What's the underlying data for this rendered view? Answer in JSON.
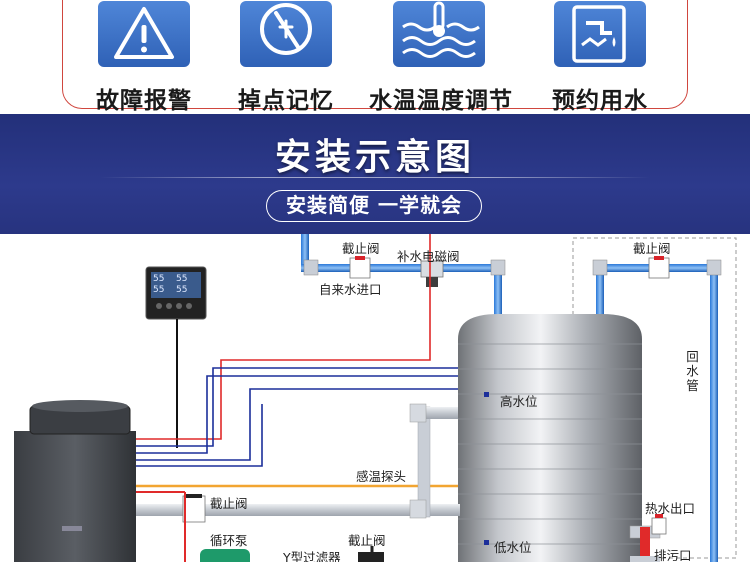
{
  "features": [
    {
      "label": "故障报警",
      "icon": "warning-icon"
    },
    {
      "label": "掉点记忆",
      "icon": "power-memory-icon"
    },
    {
      "label": "水温温度调节",
      "icon": "water-temperature-icon"
    },
    {
      "label": "预约用水",
      "icon": "scheduled-water-icon"
    }
  ],
  "banner": {
    "title": "安装示意图",
    "subtitle": "安装简便 一学就会"
  },
  "diagram": {
    "labels": {
      "valve_top": "截止阀",
      "makeup_solenoid": "补水电磁阀",
      "tap_inlet": "自来水进口",
      "valve_top_right": "截止阀",
      "return_pipe": "回水管",
      "high_level": "高水位",
      "temp_probe": "感温探头",
      "valve_mid": "截止阀",
      "hot_outlet": "热水出口",
      "circ_pump": "循环泵",
      "valve_bottom": "截止阀",
      "y_filter": "Y型过滤器",
      "low_level": "低水位",
      "drain": "排污口"
    },
    "controller_display": [
      "55",
      "55",
      "55",
      "55"
    ],
    "colors": {
      "pipe_blue": "#1f6fd0",
      "wire_red": "#e02a2a",
      "wire_blue": "#1c2f9a",
      "wire_orange": "#f2a531",
      "pipe_grey": "#c9ced6",
      "valve_red": "#d8232a"
    }
  }
}
